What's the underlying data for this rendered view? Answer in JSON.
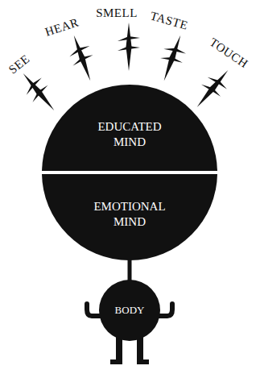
{
  "diagram": {
    "nodes": [
      {
        "text": [
          "EDUCATED MIND"
        ]
      },
      {
        "text": [
          "EMOTIONAL MIND"
        ]
      },
      {
        "text": [
          "BODY"
        ]
      }
    ],
    "edges": [
      {
        "from": 1,
        "to": 2,
        "arrow": "none"
      }
    ],
    "labels": [
      "SEE",
      "HEAR",
      "SMELL",
      "TASTE",
      "TOUCH"
    ]
  }
}
